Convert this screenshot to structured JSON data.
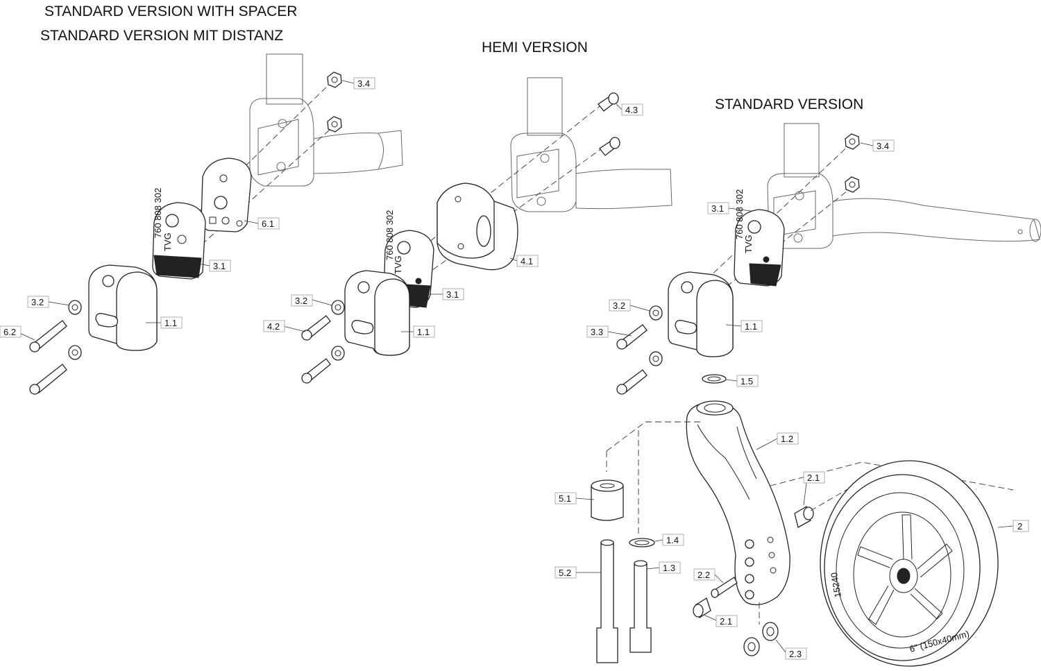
{
  "titles": {
    "standard_with_spacer_en": "STANDARD VERSION WITH SPACER",
    "standard_with_spacer_de": "STANDARD VERSION MIT DISTANZ",
    "hemi": "HEMI VERSION",
    "standard": "STANDARD VERSION"
  },
  "labels": {
    "spacer": {
      "l34": "3.4",
      "l61": "6.1",
      "l31": "3.1",
      "l32": "3.2",
      "l11": "1.1",
      "l62": "6.2"
    },
    "hemi": {
      "l43": "4.3",
      "l41": "4.1",
      "l31": "3.1",
      "l32": "3.2",
      "l11": "1.1",
      "l42": "4.2"
    },
    "standard": {
      "l34": "3.4",
      "l31": "3.1",
      "l32": "3.2",
      "l11": "1.1",
      "l33": "3.3",
      "l15": "1.5",
      "l12": "1.2",
      "l21a": "2.1",
      "l2": "2",
      "l51": "5.1",
      "l14": "1.4",
      "l52": "5.2",
      "l13": "1.3",
      "l22": "2.2",
      "l21b": "2.1",
      "l23": "2.3"
    }
  },
  "markings": {
    "clamp_number": "760 808 302",
    "clamp_brand": "TVG",
    "tyre_size": "6\" (150x40mm)",
    "tyre_code": "15240"
  }
}
